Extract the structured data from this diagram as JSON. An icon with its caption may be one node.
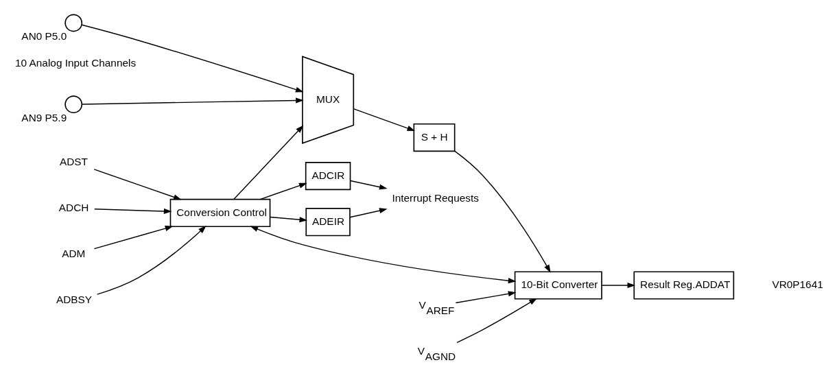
{
  "diagram": {
    "nodes": [
      {
        "text": [
          "ADST"
        ]
      },
      {
        "text": [
          "ADCH"
        ]
      },
      {
        "text": [
          "ADM"
        ]
      },
      {
        "text": [
          "ADBSY"
        ]
      },
      {
        "text": [
          "Conversion Control"
        ]
      },
      {
        "text": [
          "ADCIR"
        ]
      },
      {
        "text": [
          "ADEIR"
        ]
      },
      {
        "text": [
          "Interrupt Requests"
        ]
      },
      {
        "text": [],
        "shape": "circle",
        "beside": [
          "AN0 P5.0"
        ]
      },
      {
        "text": [],
        "shape": "circle",
        "beside": [
          "AN9 P5.9"
        ]
      },
      {
        "text": [
          "MUX"
        ]
      },
      {
        "text": [
          "S + H"
        ]
      },
      {
        "text": [
          "10-Bit Converter"
        ]
      },
      {
        "text": [
          "Result Reg.ADDAT"
        ]
      },
      {
        "text": [
          "V$_{AREF}$"
        ]
      },
      {
        "text": [
          "V$_{AGND}$"
        ]
      }
    ],
    "edges": [
      {
        "from": 0,
        "to": 4,
        "arrow": "to"
      },
      {
        "from": 1,
        "to": 4,
        "arrow": "to"
      },
      {
        "from": 2,
        "to": 4,
        "arrow": "to"
      },
      {
        "from": 3,
        "to": 4,
        "arrow": "to"
      },
      {
        "from": 4,
        "to": 5,
        "arrow": "to"
      },
      {
        "from": 4,
        "to": 6,
        "arrow": "to"
      },
      {
        "from": 5,
        "to": 7,
        "arrow": "to"
      },
      {
        "from": 6,
        "to": 7,
        "arrow": "to"
      },
      {
        "from": 4,
        "to": 10,
        "arrow": "to"
      },
      {
        "from": 8,
        "to": 10,
        "arrow": "to"
      },
      {
        "from": 9,
        "to": 10,
        "arrow": "to"
      },
      {
        "from": 10,
        "to": 11,
        "arrow": "to"
      },
      {
        "from": 11,
        "to": 12,
        "arrow": "to"
      },
      {
        "from": 12,
        "to": 4,
        "arrow": "both"
      },
      {
        "from": 12,
        "to": 13,
        "arrow": "to"
      },
      {
        "from": 14,
        "to": 12,
        "arrow": "to"
      },
      {
        "from": 15,
        "to": 12,
        "arrow": "to"
      }
    ],
    "labels": [
      "10 Analog Input Channels",
      "VR0P1641"
    ]
  }
}
